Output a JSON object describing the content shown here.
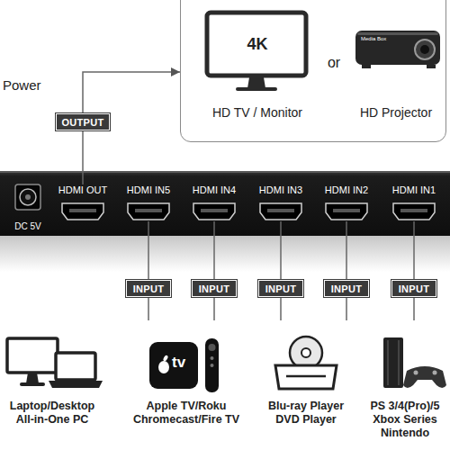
{
  "diagram": {
    "nodes": [
      {
        "text": [
          "or"
        ]
      },
      {
        "text": [
          "4K",
          "HD TV / Monitor"
        ],
        "in": 0
      },
      {
        "text": [
          "Media Box",
          "HD Projector"
        ],
        "in": 0
      },
      {
        "text": [
          "OUTPUT"
        ]
      },
      {
        "text": [
          "DC 5V"
        ]
      },
      {
        "text": [
          "HDMI OUT"
        ]
      },
      {
        "text": [
          "HDMI IN5"
        ]
      },
      {
        "text": [
          "HDMI IN4"
        ]
      },
      {
        "text": [
          "HDMI IN3"
        ]
      },
      {
        "text": [
          "HDMI IN2"
        ]
      },
      {
        "text": [
          "HDMI IN1"
        ]
      },
      {
        "text": [
          "INPUT"
        ]
      },
      {
        "text": [
          "INPUT"
        ]
      },
      {
        "text": [
          "INPUT"
        ]
      },
      {
        "text": [
          "INPUT"
        ]
      },
      {
        "text": [
          "INPUT"
        ]
      }
    ],
    "edges": [
      {
        "from": 5,
        "to": 3,
        "arrow": "none"
      },
      {
        "from": 3,
        "to": 0,
        "arrow": "to"
      },
      {
        "from": 11,
        "to": 6,
        "arrow": "none"
      },
      {
        "from": 12,
        "to": 7,
        "arrow": "none"
      },
      {
        "from": 13,
        "to": 8,
        "arrow": "none"
      },
      {
        "from": 14,
        "to": 9,
        "arrow": "none"
      },
      {
        "from": 15,
        "to": 10,
        "arrow": "none"
      }
    ],
    "labels": [
      "Power",
      "tv",
      "Laptop/Desktop All-in-One PC",
      "Apple TV/Roku Chromecast/Fire TV",
      "Blu-ray Player DVD Player",
      "PS 3/4(Pro)/5 Xbox Series Nintendo"
    ]
  }
}
